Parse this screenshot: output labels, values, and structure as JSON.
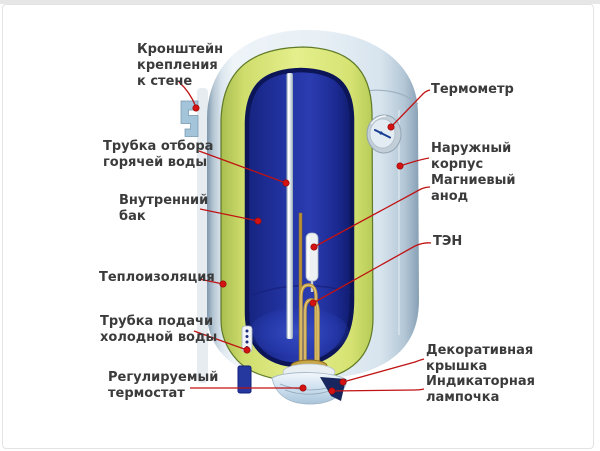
{
  "page": {
    "background": "#ffffff",
    "border_color": "#e3e3e3",
    "callout_color": "#c01212",
    "label_color": "#3b3b3b"
  },
  "diagram": {
    "type": "annotated-illustration",
    "subject": "electric storage water heater cutaway",
    "labels": {
      "bracket": {
        "text": "Кронштейн\nкрепления\nк стене"
      },
      "hot_water_tube": {
        "text": "Трубка отбора\nгорячей воды"
      },
      "inner_tank": {
        "text": "Внутренний\nбак"
      },
      "insulation": {
        "text": "Теплоизоляция"
      },
      "cold_water_tube": {
        "text": "Трубка подачи\nхолодной воды"
      },
      "thermostat": {
        "text": "Регулируемый\nтермостат"
      },
      "thermometer": {
        "text": "Термометр"
      },
      "outer_casing": {
        "text": "Наружный\nкорпус"
      },
      "anode": {
        "text": "Магниевый\nанод"
      },
      "heating_element": {
        "text": "ТЭН"
      },
      "decorative_cover": {
        "text": "Декоративная\nкрышка"
      },
      "indicator_lamp": {
        "text": "Индикаторная\nлампочка"
      }
    },
    "colors": {
      "casing": "#e7eff5",
      "casing_edge": "#7f97ac",
      "insulation": "#dce878",
      "insulation_outline": "#5f7a28",
      "tank_interior": "#22339f",
      "tank_wall": "#0b1558",
      "heating_element": "#bf9b3f",
      "anode": "#eef1f4",
      "callout": "#c01212"
    }
  }
}
